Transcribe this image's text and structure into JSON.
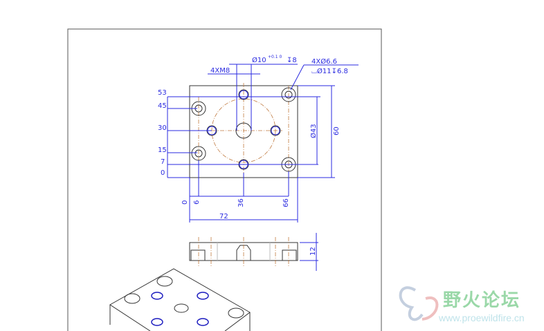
{
  "drawing": {
    "top_view": {
      "ordinate_y": [
        "53",
        "45",
        "30",
        "15",
        "7",
        "0"
      ],
      "ordinate_x": [
        "0",
        "6",
        "36",
        "66"
      ],
      "overall_width": "72",
      "overall_height": "60",
      "pcd": "Ø43",
      "thread_callout": "4XM8",
      "center_hole": "Ø10",
      "center_hole_tol": "+0.1 0",
      "center_hole_depth": "↧8",
      "cbore_callout_1": "4XØ6.6",
      "cbore_callout_2": "⌴Ø11↧6.8"
    },
    "side_view": {
      "thickness": "12"
    }
  },
  "watermark": {
    "name": "野火论坛",
    "url": "www.proewildfire.cn"
  },
  "colors": {
    "dimension": "#2a2ae0",
    "centerline": "#c07a40",
    "geometry": "#333333"
  }
}
